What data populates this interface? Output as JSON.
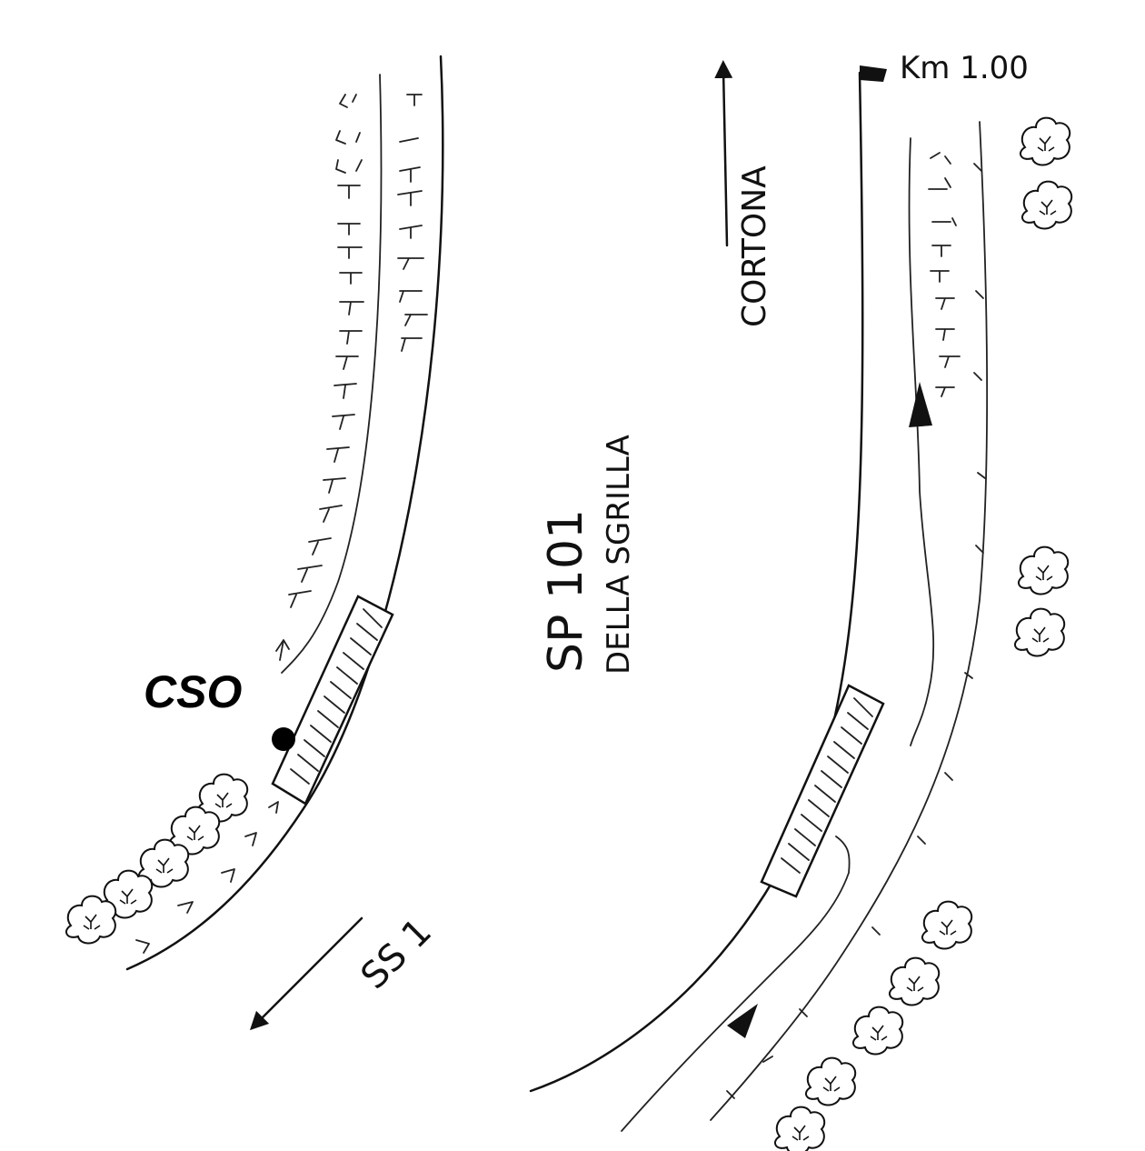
{
  "labels": {
    "km_marker": "Km 1.00",
    "direction_north": "CORTONA",
    "road_code": "SP 101",
    "road_name": "DELLA SGRILLA",
    "direction_south": "SS 1",
    "point_label": "CSO"
  },
  "icons": {
    "km_flag": "flag-icon",
    "trees": "tree-icon",
    "point": "dot-marker"
  }
}
